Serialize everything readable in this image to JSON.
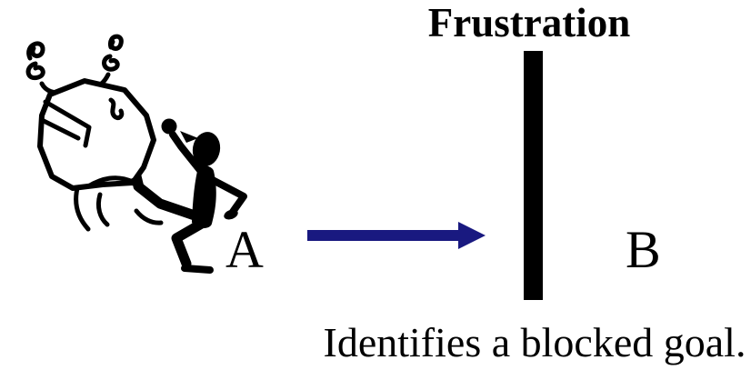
{
  "diagram": {
    "title": "Frustration",
    "node_a_label": "A",
    "node_b_label": "B",
    "caption": "Identifies a blocked goal.",
    "colors": {
      "arrow": "#191980",
      "barrier": "#000000",
      "ink": "#000000",
      "background": "#ffffff"
    },
    "icons": {
      "clipart": "person-kicking-rock-icon",
      "arrow": "right-arrow-icon",
      "barrier": "blocked-goal-wall-bar"
    }
  }
}
